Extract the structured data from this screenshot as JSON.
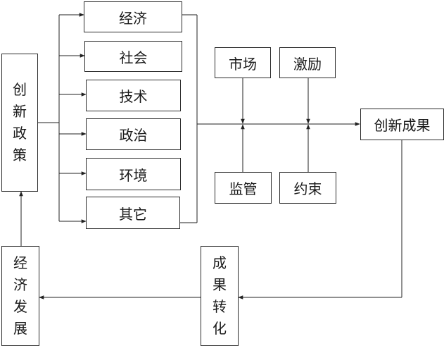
{
  "policy": "创新政策",
  "factors": [
    "经济",
    "社会",
    "技术",
    "政治",
    "环境",
    "其它"
  ],
  "top_inputs": [
    "市场",
    "激励"
  ],
  "bottom_inputs": [
    "监管",
    "约束"
  ],
  "outcome": "创新成果",
  "transformation": "成果转化",
  "economic_growth": "经济发展"
}
